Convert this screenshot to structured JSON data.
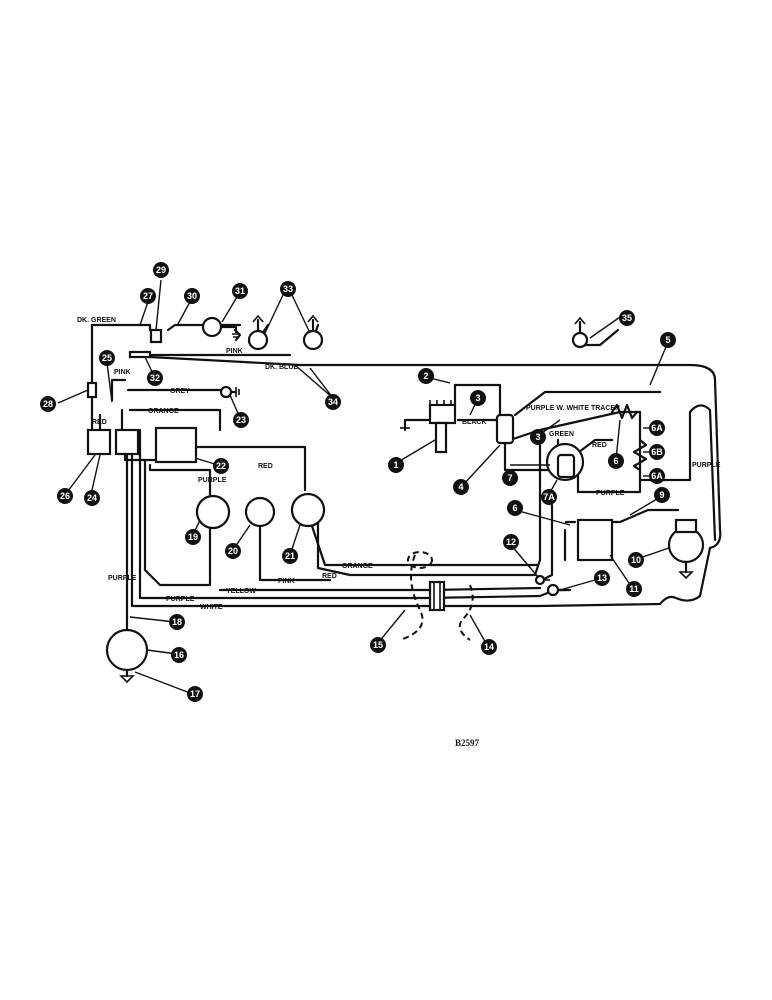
{
  "drawing_code": "B2597",
  "wire_labels": {
    "dk_green": "DK. GREEN",
    "pink_top": "PINK",
    "dk_blue": "DK. BLUE",
    "pink_left": "PINK",
    "grey": "GREY",
    "red_left": "RED",
    "orange_top": "ORANGE",
    "red_mid": "RED",
    "purple_mid": "PURPLE",
    "black": "BLACK",
    "purple_white_tracer": "PURPLE W. WHITE TRACER",
    "green": "GREEN",
    "red_right": "RED",
    "purple_right": "PURPLE",
    "purple_bottom_right": "PURPLE",
    "orange_bottom": "ORANGE",
    "red_bottom": "RED",
    "pink_bottom": "PINK",
    "yellow": "YELLOW",
    "purple_bottom": "PURPLE",
    "white": "WHITE",
    "purple_vertical": "PURPLE"
  },
  "callouts": {
    "c1": "1",
    "c2": "2",
    "c3a": "3",
    "c3b": "3",
    "c4": "4",
    "c5": "5",
    "c6": "6",
    "c6a_top": "6A",
    "c6b": "6B",
    "c6a_bot": "6A",
    "c6_bat": "6",
    "c7": "7",
    "c7a": "7A",
    "c9": "9",
    "c10": "10",
    "c11": "11",
    "c12": "12",
    "c13": "13",
    "c14": "14",
    "c15": "15",
    "c16": "16",
    "c17": "17",
    "c18": "18",
    "c19": "19",
    "c20": "20",
    "c21": "21",
    "c22": "22",
    "c23": "23",
    "c24": "24",
    "c25": "25",
    "c26": "26",
    "c27": "27",
    "c28": "28",
    "c29": "29",
    "c30": "30",
    "c31": "31",
    "c32": "32",
    "c33": "33",
    "c34": "34",
    "c35": "35"
  }
}
